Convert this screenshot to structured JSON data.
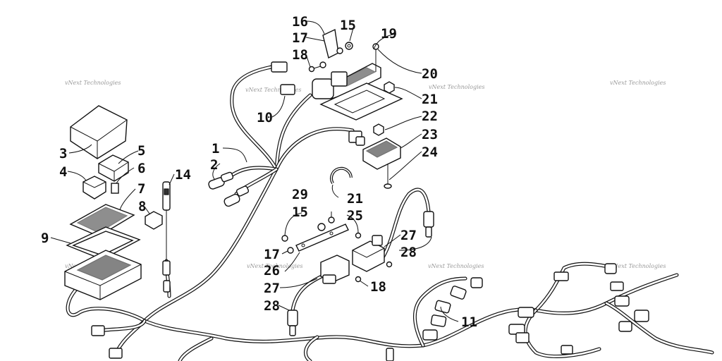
{
  "callouts": [
    {
      "id": "1",
      "label": "1"
    },
    {
      "id": "2",
      "label": "2"
    },
    {
      "id": "3",
      "label": "3"
    },
    {
      "id": "4",
      "label": "4"
    },
    {
      "id": "5",
      "label": "5"
    },
    {
      "id": "6",
      "label": "6"
    },
    {
      "id": "7",
      "label": "7"
    },
    {
      "id": "8",
      "label": "8"
    },
    {
      "id": "9",
      "label": "9"
    },
    {
      "id": "10",
      "label": "10"
    },
    {
      "id": "11",
      "label": "11"
    },
    {
      "id": "14",
      "label": "14"
    },
    {
      "id": "15a",
      "label": "15"
    },
    {
      "id": "15b",
      "label": "15"
    },
    {
      "id": "16",
      "label": "16"
    },
    {
      "id": "17a",
      "label": "17"
    },
    {
      "id": "17b",
      "label": "17"
    },
    {
      "id": "18a",
      "label": "18"
    },
    {
      "id": "18b",
      "label": "18"
    },
    {
      "id": "19",
      "label": "19"
    },
    {
      "id": "20",
      "label": "20"
    },
    {
      "id": "21a",
      "label": "21"
    },
    {
      "id": "21b",
      "label": "21"
    },
    {
      "id": "22",
      "label": "22"
    },
    {
      "id": "23",
      "label": "23"
    },
    {
      "id": "24",
      "label": "24"
    },
    {
      "id": "25",
      "label": "25"
    },
    {
      "id": "26",
      "label": "26"
    },
    {
      "id": "27a",
      "label": "27"
    },
    {
      "id": "27b",
      "label": "27"
    },
    {
      "id": "28a",
      "label": "28"
    },
    {
      "id": "28b",
      "label": "28"
    },
    {
      "id": "29",
      "label": "29"
    }
  ],
  "watermark": "vNext Technologies",
  "colors": {
    "ink": "#111111",
    "watermark": "#9a9a9a",
    "background": "#ffffff"
  }
}
